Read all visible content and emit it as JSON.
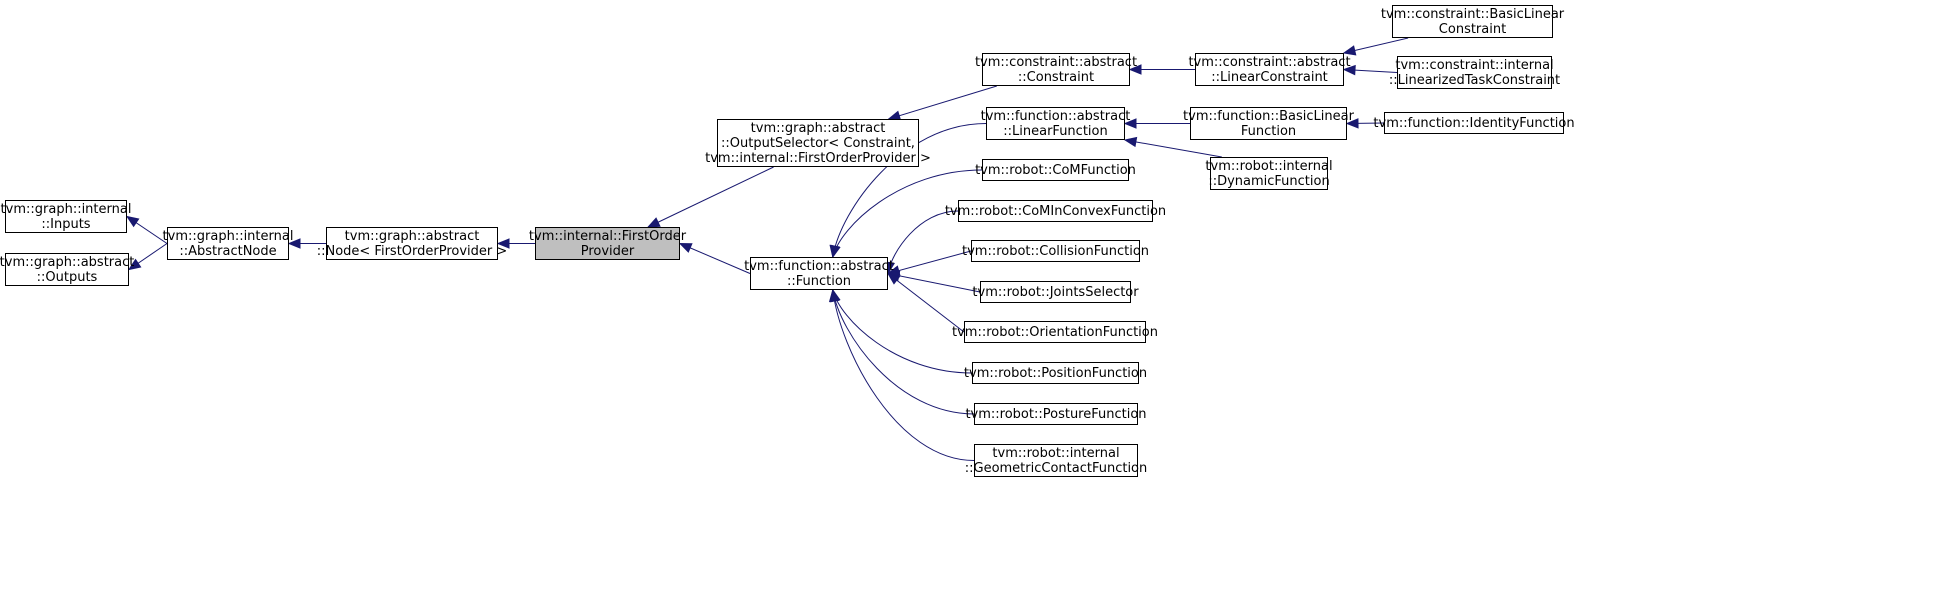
{
  "diagram": {
    "title": "Inheritance diagram",
    "colors": {
      "edge": "#191970",
      "focus_fill": "#bfbfbf",
      "node_border": "#000000"
    },
    "nodes": [
      {
        "id": "inputs",
        "lines": [
          "tvm::graph::internal",
          "::Inputs"
        ]
      },
      {
        "id": "outputs",
        "lines": [
          "tvm::graph::abstract",
          "::Outputs"
        ]
      },
      {
        "id": "abstractnode",
        "lines": [
          "tvm::graph::internal",
          "::AbstractNode"
        ]
      },
      {
        "id": "node",
        "lines": [
          "tvm::graph::abstract",
          "::Node< FirstOrderProvider >"
        ]
      },
      {
        "id": "firstorder",
        "lines": [
          "tvm::internal::FirstOrder",
          "Provider"
        ],
        "focus": true
      },
      {
        "id": "outputselector",
        "lines": [
          "tvm::graph::abstract",
          "::OutputSelector< Constraint,",
          "tvm::internal::FirstOrderProvider >"
        ]
      },
      {
        "id": "function",
        "lines": [
          "tvm::function::abstract",
          "::Function"
        ]
      },
      {
        "id": "constraint",
        "lines": [
          "tvm::constraint::abstract",
          "::Constraint"
        ]
      },
      {
        "id": "linearconstraint",
        "lines": [
          "tvm::constraint::abstract",
          "::LinearConstraint"
        ]
      },
      {
        "id": "basiclinearconstraint",
        "lines": [
          "tvm::constraint::BasicLinear",
          "Constraint"
        ]
      },
      {
        "id": "linearizedtask",
        "lines": [
          "tvm::constraint::internal",
          "::LinearizedTaskConstraint"
        ]
      },
      {
        "id": "linearfunction",
        "lines": [
          "tvm::function::abstract",
          "::LinearFunction"
        ]
      },
      {
        "id": "basiclinearfunction",
        "lines": [
          "tvm::function::BasicLinear",
          "Function"
        ]
      },
      {
        "id": "identity",
        "lines": [
          "tvm::function::IdentityFunction"
        ]
      },
      {
        "id": "dynamic",
        "lines": [
          "tvm::robot::internal",
          "::DynamicFunction"
        ]
      },
      {
        "id": "com",
        "lines": [
          "tvm::robot::CoMFunction"
        ]
      },
      {
        "id": "comconvex",
        "lines": [
          "tvm::robot::CoMInConvexFunction"
        ]
      },
      {
        "id": "collision",
        "lines": [
          "tvm::robot::CollisionFunction"
        ]
      },
      {
        "id": "joints",
        "lines": [
          "tvm::robot::JointsSelector"
        ]
      },
      {
        "id": "orientation",
        "lines": [
          "tvm::robot::OrientationFunction"
        ]
      },
      {
        "id": "position",
        "lines": [
          "tvm::robot::PositionFunction"
        ]
      },
      {
        "id": "posture",
        "lines": [
          "tvm::robot::PostureFunction"
        ]
      },
      {
        "id": "geometric",
        "lines": [
          "tvm::robot::internal",
          "::GeometricContactFunction"
        ]
      }
    ],
    "edges": [
      {
        "from": "abstractnode",
        "to": "inputs"
      },
      {
        "from": "abstractnode",
        "to": "outputs"
      },
      {
        "from": "node",
        "to": "abstractnode"
      },
      {
        "from": "firstorder",
        "to": "node"
      },
      {
        "from": "outputselector",
        "to": "firstorder"
      },
      {
        "from": "function",
        "to": "firstorder"
      },
      {
        "from": "constraint",
        "to": "outputselector"
      },
      {
        "from": "linearconstraint",
        "to": "constraint"
      },
      {
        "from": "basiclinearconstraint",
        "to": "linearconstraint"
      },
      {
        "from": "linearizedtask",
        "to": "linearconstraint"
      },
      {
        "from": "linearfunction",
        "to": "function"
      },
      {
        "from": "basiclinearfunction",
        "to": "linearfunction"
      },
      {
        "from": "identity",
        "to": "basiclinearfunction"
      },
      {
        "from": "dynamic",
        "to": "linearfunction"
      },
      {
        "from": "com",
        "to": "function"
      },
      {
        "from": "comconvex",
        "to": "function"
      },
      {
        "from": "collision",
        "to": "function"
      },
      {
        "from": "joints",
        "to": "function"
      },
      {
        "from": "orientation",
        "to": "function"
      },
      {
        "from": "position",
        "to": "function"
      },
      {
        "from": "posture",
        "to": "function"
      },
      {
        "from": "geometric",
        "to": "function"
      }
    ]
  }
}
